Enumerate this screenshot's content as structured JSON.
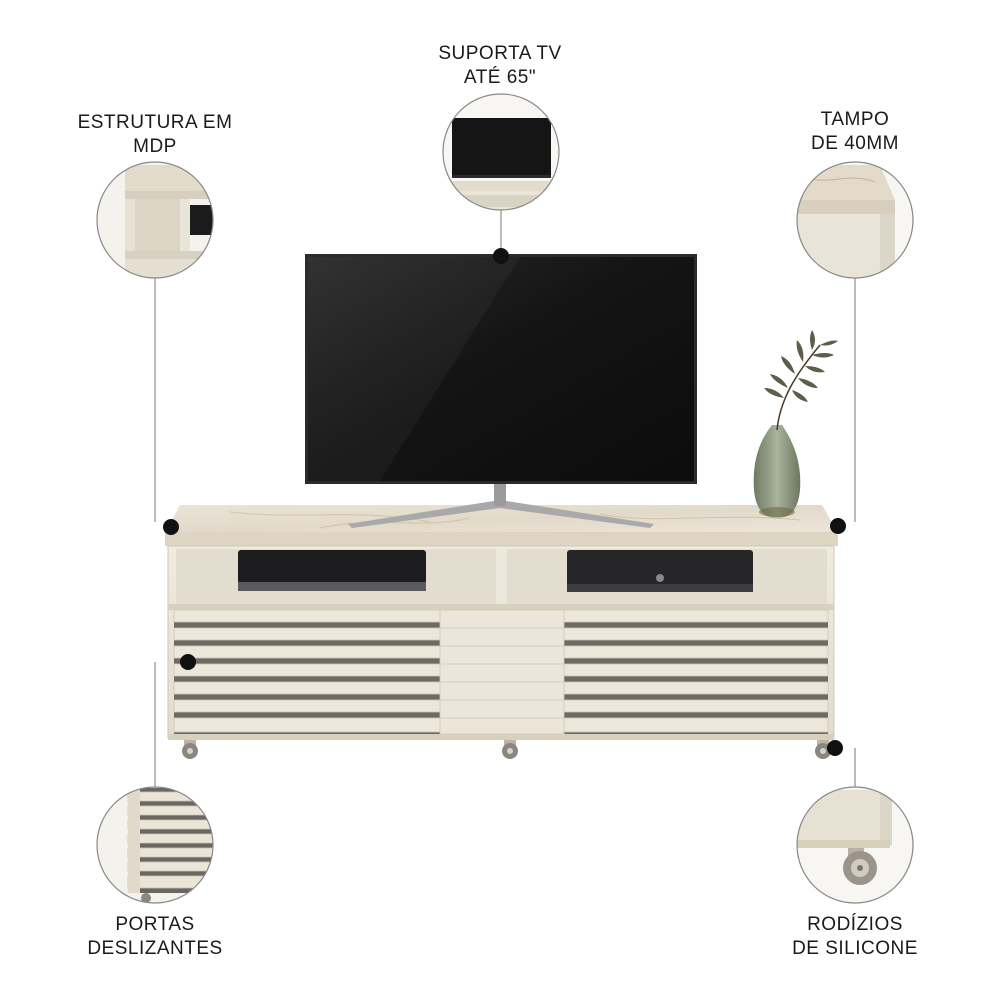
{
  "callouts": {
    "top": {
      "line1": "SUPORTA TV",
      "line2": "ATÉ 65\""
    },
    "top_left": {
      "line1": "ESTRUTURA EM",
      "line2": "MDP"
    },
    "top_right": {
      "line1": "TAMPO",
      "line2": "DE 40MM"
    },
    "bottom_left": {
      "line1": "PORTAS",
      "line2": "DESLIZANTES"
    },
    "bottom_right": {
      "line1": "RODÍZIOS",
      "line2": "DE SILICONE"
    }
  },
  "colors": {
    "background": "#ffffff",
    "cabinet": "#e9e4d6",
    "marble_top": "#e6ded0",
    "tv_screen": "#141414",
    "dot": "#111111"
  }
}
